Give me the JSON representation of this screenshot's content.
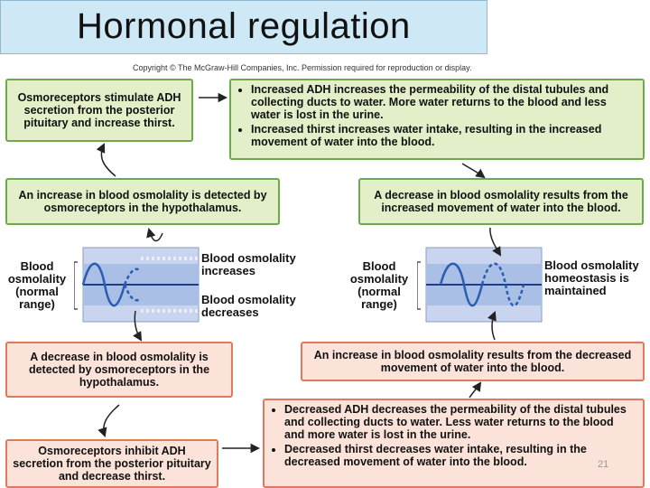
{
  "title": "Hormonal regulation",
  "copyright": "Copyright © The McGraw-Hill Companies, Inc. Permission required for reproduction or display.",
  "left_top_box": "Osmoreceptors stimulate ADH secretion from the posterior pituitary and increase thirst.",
  "left_upper_box": "An increase in blood osmolality is detected by osmoreceptors in the hypothalamus.",
  "right_top_bullets": [
    "Increased ADH increases the permeability of the distal tubules and collecting ducts to water. More water returns to the blood and less water is lost in the urine.",
    "Increased thirst increases water intake, resulting in the increased movement of water into the blood."
  ],
  "right_upper_box": "A decrease in blood osmolality results from the increased movement of water into the blood.",
  "left_graph": {
    "side_label": "Blood osmolality (normal range)",
    "increases_label": "Blood osmolality increases",
    "decreases_label": "Blood osmolality decreases"
  },
  "right_graph": {
    "side_label": "Blood osmolality (normal range)",
    "homeostasis_label": "Blood osmolality homeostasis is maintained"
  },
  "left_lower_box": "A decrease in blood osmolality is detected by osmoreceptors in the hypothalamus.",
  "right_lower_box": "An increase in blood osmolality results from the decreased movement of water into the blood.",
  "left_bottom_box": "Osmoreceptors inhibit ADH secretion from the posterior pituitary and decrease thirst.",
  "right_bottom_bullets": [
    "Decreased ADH decreases the permeability of the distal tubules and collecting ducts to water. Less water returns to the blood and more water is lost in the urine.",
    "Decreased thirst decreases water intake, resulting in the decreased movement of water into the blood."
  ],
  "page_number": "21",
  "colors": {
    "green_fill": "#e3efc9",
    "green_border": "#6fa84a",
    "red_fill": "#fbe3da",
    "red_border": "#e07a5c",
    "graph_band": "#b7c9ea",
    "graph_line": "#2a5db0"
  }
}
